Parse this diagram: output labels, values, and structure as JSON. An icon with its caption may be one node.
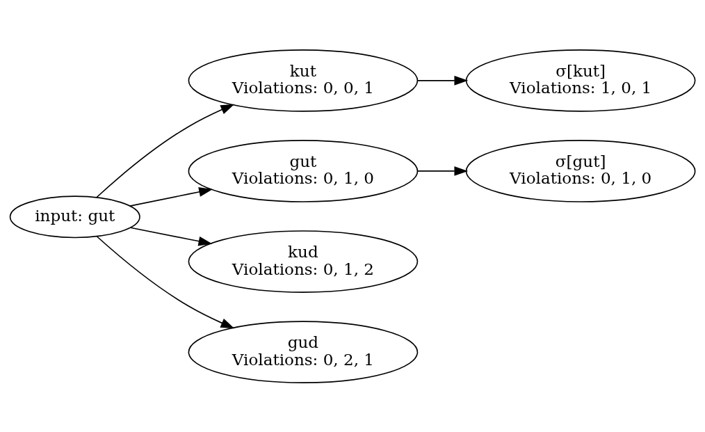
{
  "diagram": {
    "nodes": [
      {
        "text": [
          "input: gut"
        ]
      },
      {
        "text": [
          "kut",
          "Violations: 0, 0, 1"
        ]
      },
      {
        "text": [
          "σ[kut]",
          "Violations: 1, 0, 1"
        ]
      },
      {
        "text": [
          "gut",
          "Violations: 0, 1, 0"
        ]
      },
      {
        "text": [
          "σ[gut]",
          "Violations: 0, 1, 0"
        ]
      },
      {
        "text": [
          "kud",
          "Violations: 0, 1, 2"
        ]
      },
      {
        "text": [
          "gud",
          "Violations: 0, 2, 1"
        ]
      }
    ],
    "edges": [
      {
        "from": 0,
        "to": 1,
        "arrow": "to"
      },
      {
        "from": 1,
        "to": 2,
        "arrow": "to"
      },
      {
        "from": 0,
        "to": 3,
        "arrow": "to"
      },
      {
        "from": 3,
        "to": 4,
        "arrow": "to"
      },
      {
        "from": 0,
        "to": 5,
        "arrow": "to"
      },
      {
        "from": 0,
        "to": 6,
        "arrow": "to"
      }
    ]
  }
}
